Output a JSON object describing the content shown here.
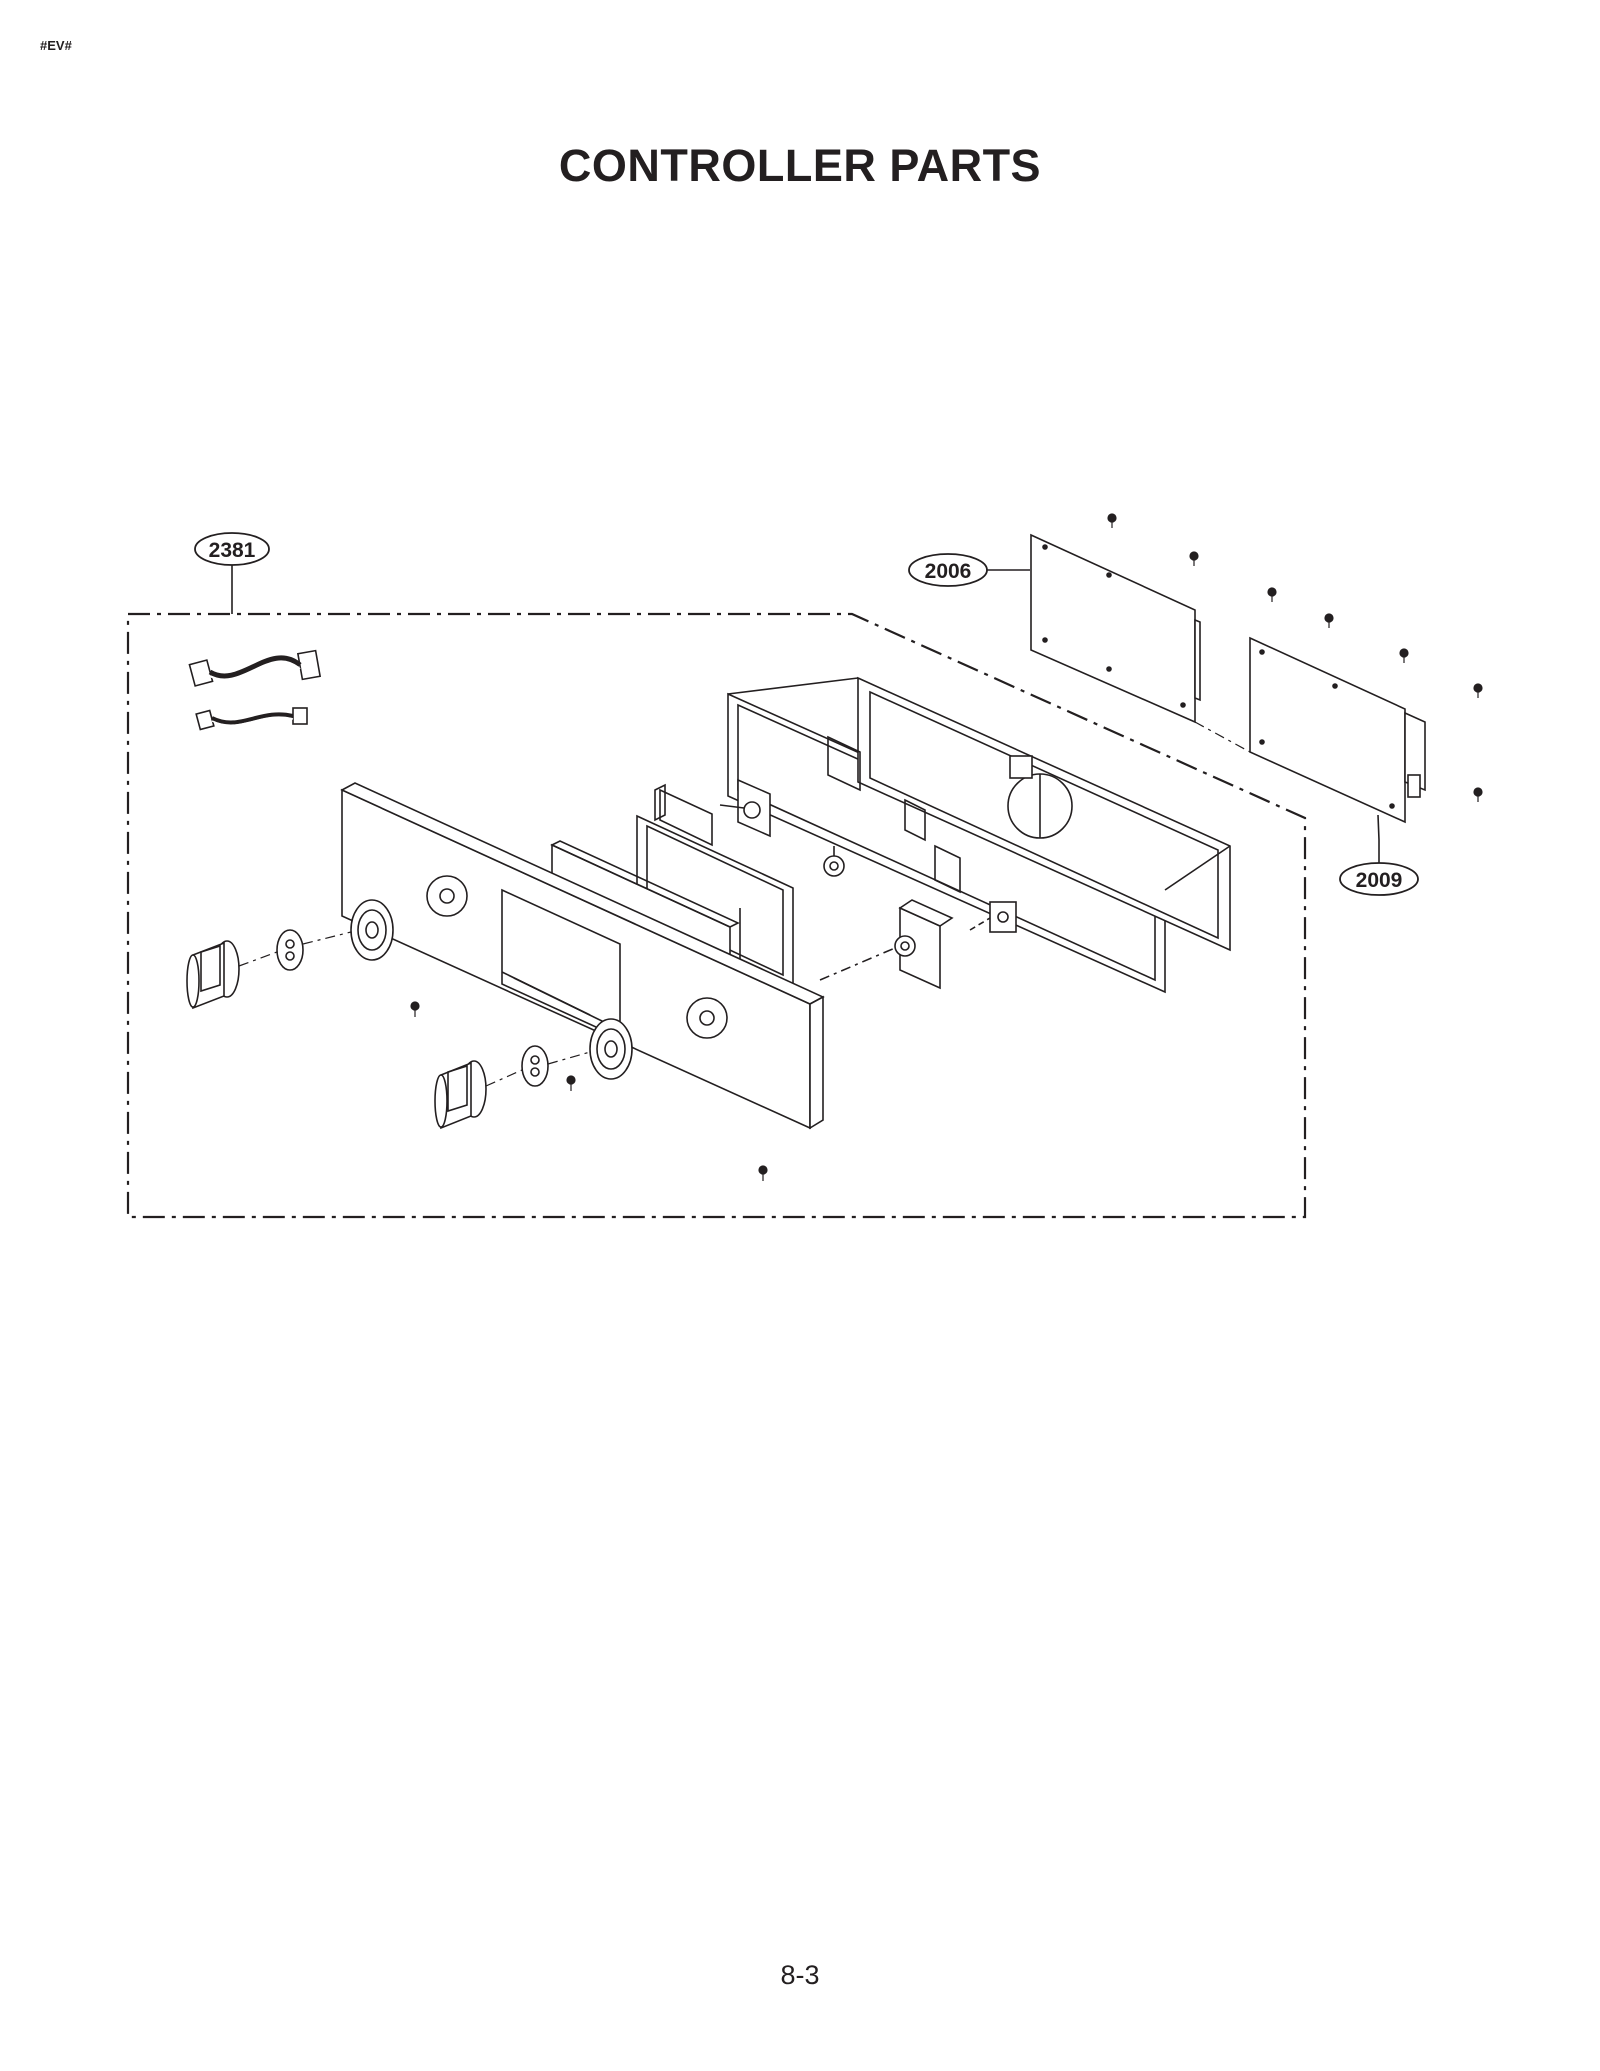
{
  "header": {
    "tag": "#EV#"
  },
  "page": {
    "title": "CONTROLLER PARTS",
    "number": "8-3"
  },
  "callouts": {
    "assembly": "2381",
    "board_upper": "2006",
    "board_lower": "2009"
  },
  "diagram_parts": [
    "wire-harness-long",
    "wire-harness-short",
    "front-panel",
    "knob-left",
    "knob-right",
    "knob-adapter-left",
    "knob-adapter-right",
    "dial-ring-left",
    "dial-ring-right",
    "display-window",
    "display-bracket",
    "encoder-module",
    "frame-bracket",
    "pcb-board-2006",
    "pcb-board-2009",
    "screws"
  ]
}
